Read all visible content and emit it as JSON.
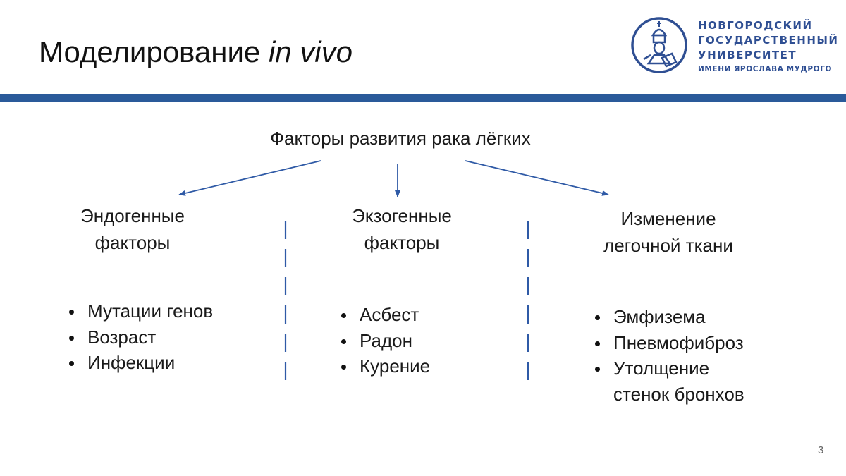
{
  "title": {
    "main": "Моделирование",
    "italic": "in vivo"
  },
  "logo": {
    "lines": [
      "НОВГОРОДСКИЙ",
      "ГОСУДАРСТВЕННЫЙ",
      "УНИВЕРСИТЕТ",
      "ИМЕНИ ЯРОСЛАВА МУДРОГО"
    ],
    "color": "#2f4f93"
  },
  "accent_color": "#2a5a9a",
  "diagram": {
    "root": "Факторы развития рака лёгких",
    "columns": [
      {
        "heading": "Эндогенные\nфакторы",
        "items": [
          "Мутации генов",
          "Возраст",
          "Инфекции"
        ]
      },
      {
        "heading": "Экзогенные\nфакторы",
        "items": [
          "Асбест",
          "Радон",
          "Курение"
        ]
      },
      {
        "heading": "Изменение\nлегочной ткани",
        "items": [
          "Эмфизема",
          "Пневмофиброз",
          "Утолщение\nстенок бронхов"
        ]
      }
    ]
  },
  "page_number": "3"
}
